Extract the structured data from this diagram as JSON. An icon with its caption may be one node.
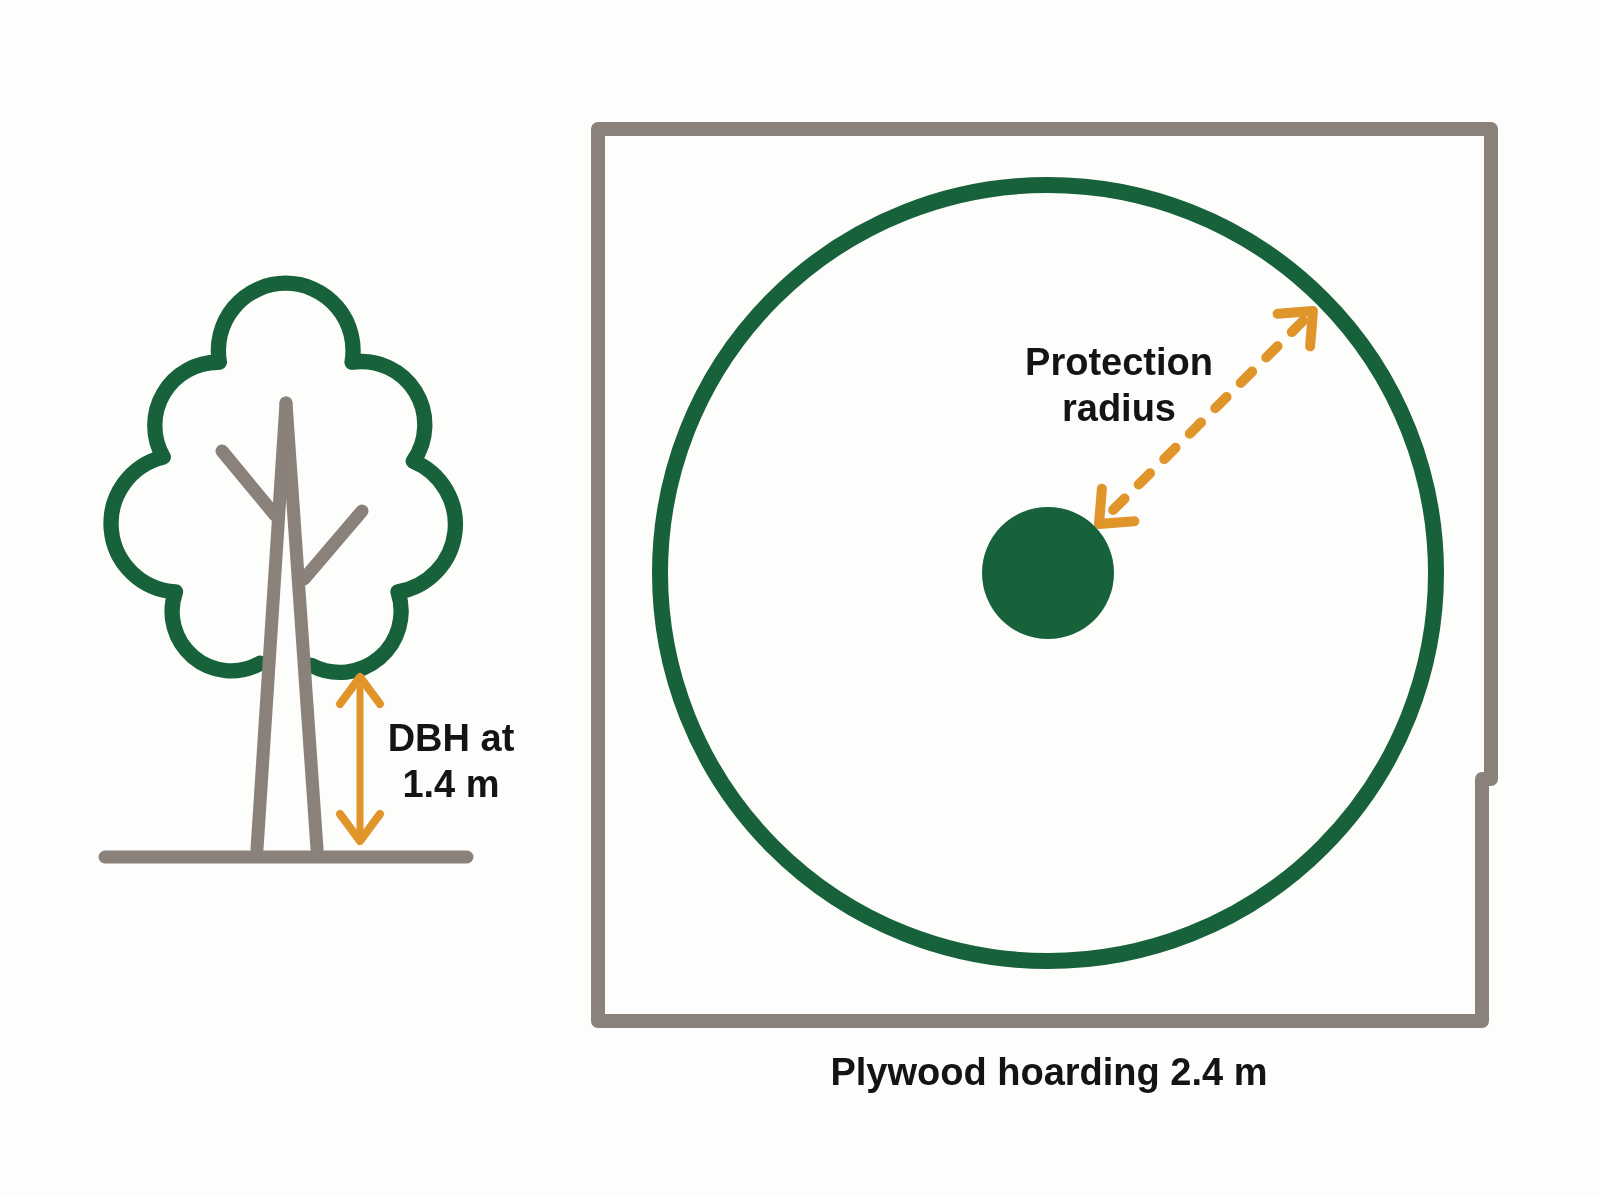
{
  "diagram": {
    "nodes": [
      {
        "text": [
          "Plywood hoarding 2.4 m"
        ]
      },
      {
        "text": [],
        "shape": "circle",
        "in": 0
      },
      {
        "text": [],
        "shape": "circle",
        "in": 1
      }
    ],
    "labels": [
      "DBH at 1.4 m",
      "Protection radius"
    ]
  }
}
